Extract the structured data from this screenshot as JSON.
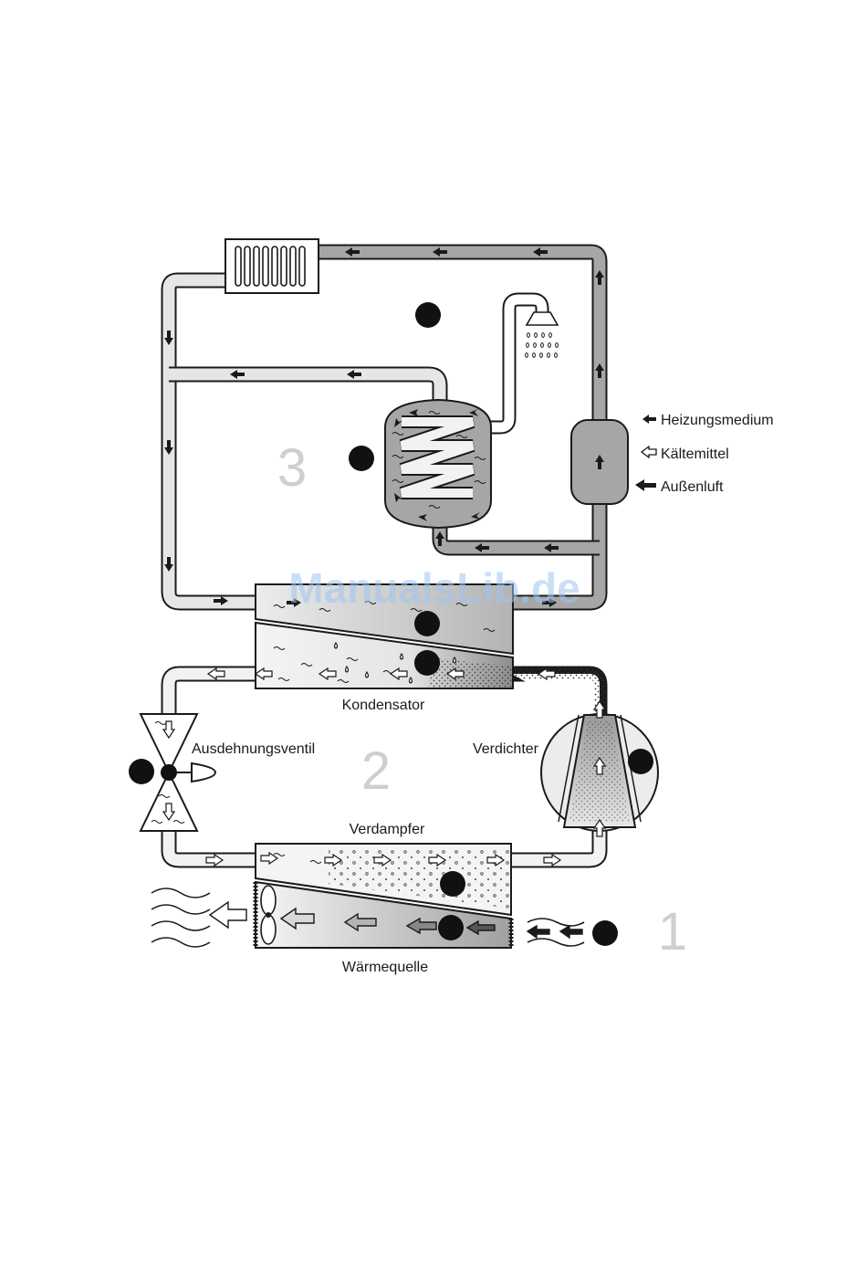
{
  "watermark": "ManualsLib.de",
  "labels": {
    "condenser": "Kondensator",
    "expansion_valve": "Ausdehnungsventil",
    "compressor": "Verdichter",
    "evaporator": "Verdampfer",
    "heat_source": "Wärmequelle"
  },
  "circuits": {
    "one": "1",
    "two": "2",
    "three": "3"
  },
  "legend": [
    {
      "label": "Heizungsmedium",
      "icon": "solid-small-arrow-icon"
    },
    {
      "label": "Kältemittel",
      "icon": "outline-arrow-icon"
    },
    {
      "label": "Außenluft",
      "icon": "solid-large-arrow-icon"
    }
  ],
  "colors": {
    "heating_pipe": "#a6a6a6",
    "refrigerant_pipe": "#e6e6e6",
    "outline": "#1a1a1a",
    "marker": "#111111"
  }
}
